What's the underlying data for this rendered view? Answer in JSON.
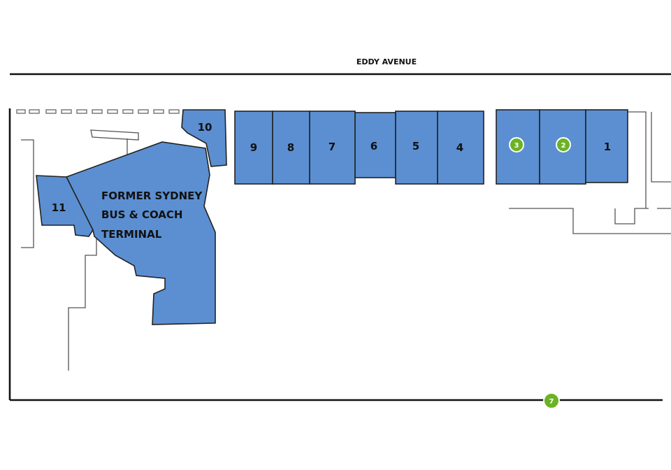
{
  "colors": {
    "lot_fill": "#5b8fd1",
    "lot_stroke": "#222222",
    "marker_fill": "#6bb324",
    "marker_ring": "#ffffff",
    "street_line": "#111111",
    "outline": "#555555"
  },
  "street": {
    "name": "EDDY AVENUE"
  },
  "terminal": {
    "label_lines": [
      "FORMER SYDNEY",
      "BUS & COACH",
      "TERMINAL"
    ]
  },
  "lots": [
    {
      "id": "1",
      "label": "1"
    },
    {
      "id": "2",
      "label": "2"
    },
    {
      "id": "3",
      "label": "3"
    },
    {
      "id": "4",
      "label": "4"
    },
    {
      "id": "5",
      "label": "5"
    },
    {
      "id": "6",
      "label": "6"
    },
    {
      "id": "7",
      "label": "7"
    },
    {
      "id": "8",
      "label": "8"
    },
    {
      "id": "9",
      "label": "9"
    },
    {
      "id": "10",
      "label": "10"
    },
    {
      "id": "11",
      "label": "11"
    }
  ],
  "markers": [
    {
      "id": "3",
      "label": "3"
    },
    {
      "id": "2",
      "label": "2"
    },
    {
      "id": "7",
      "label": "7"
    }
  ]
}
